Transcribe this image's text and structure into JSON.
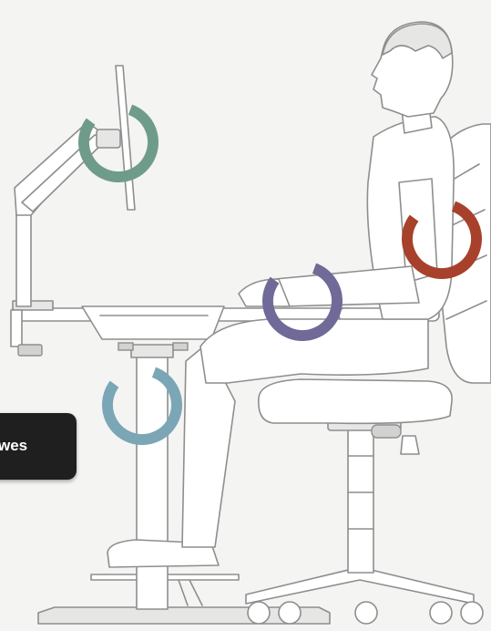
{
  "tooltip": {
    "label": "wes"
  },
  "rings": [
    {
      "id": "monitor",
      "color": "#6f9c8a"
    },
    {
      "id": "wrist",
      "color": "#6f6a97"
    },
    {
      "id": "lumbar",
      "color": "#a8412b"
    },
    {
      "id": "desk-height",
      "color": "#7aa6b6"
    }
  ]
}
